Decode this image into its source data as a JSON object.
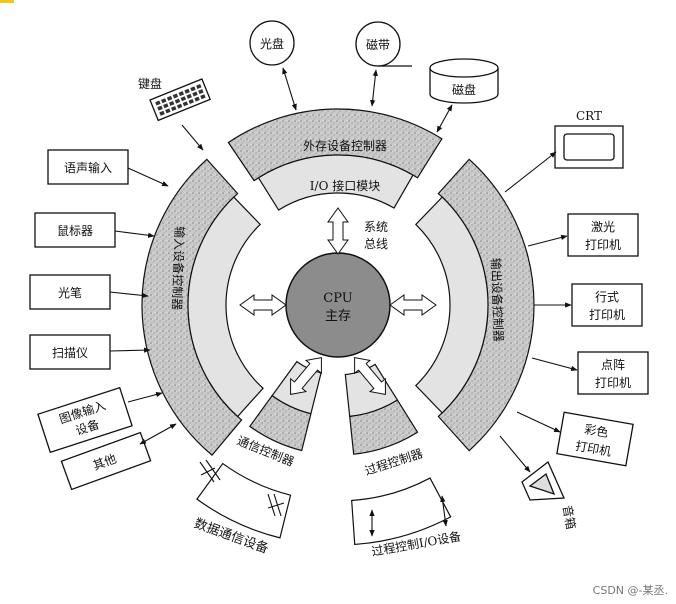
{
  "center": {
    "line1": "CPU",
    "line2": "主存"
  },
  "bus": {
    "line1": "系统",
    "line2": "总线"
  },
  "controllers": {
    "storage": "外存设备控制器",
    "io_module": "I/O 接口模块",
    "input": "输入设备控制器",
    "output": "输出设备控制器",
    "comm": "通信控制器",
    "process": "过程控制器"
  },
  "devices": {
    "optical_disk": "光盘",
    "tape": "磁带",
    "disk": "磁盘",
    "crt": "CRT",
    "keyboard": "键盘",
    "voice_input": "语声输入",
    "mouse": "鼠标器",
    "light_pen": "光笔",
    "scanner": "扫描仪",
    "image_input_1": "图像输入",
    "image_input_2": "设备",
    "other": "其他",
    "laser_1": "激光",
    "laser_2": "打印机",
    "line_1": "行式",
    "line_2": "打印机",
    "dot_1": "点阵",
    "dot_2": "打印机",
    "color_1": "彩色",
    "color_2": "打印机",
    "speaker": "音箱",
    "data_comm": "数据通信设备",
    "process_io": "过程控制I/O设备"
  },
  "watermark": "CSDN @-某丞."
}
